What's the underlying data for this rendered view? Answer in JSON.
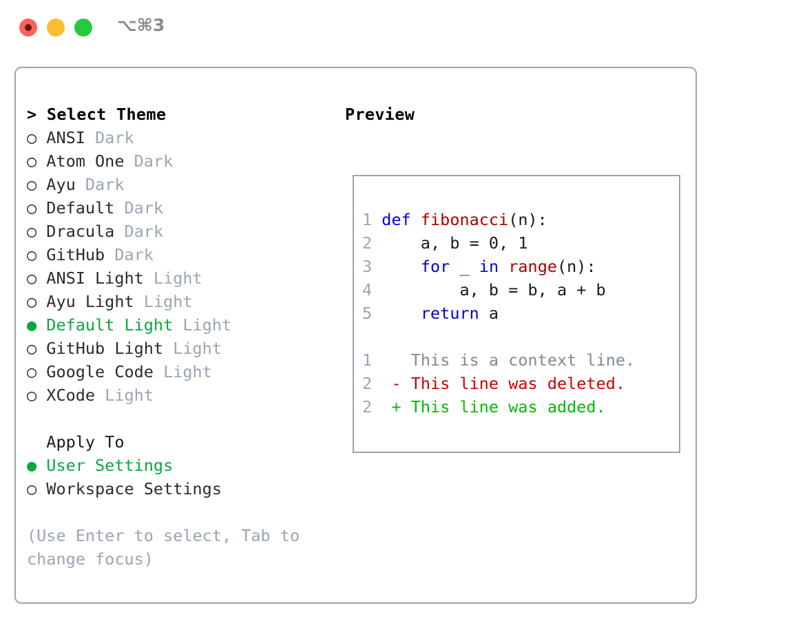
{
  "window": {
    "traffic_lights": [
      "close",
      "minimize",
      "maximize"
    ],
    "shortcut_label": "⌥⌘3",
    "accent_green": "#07a93c",
    "border_color": "#9aa5b3",
    "muted_color": "#9aa5b3"
  },
  "theme_picker": {
    "header": "> Select Theme",
    "selected_marker": "●",
    "unselected_marker": "○",
    "items": [
      {
        "marker": "○",
        "name": "ANSI",
        "category": "Dark",
        "selected": false
      },
      {
        "marker": "○",
        "name": "Atom One",
        "category": "Dark",
        "selected": false
      },
      {
        "marker": "○",
        "name": "Ayu",
        "category": "Dark",
        "selected": false
      },
      {
        "marker": "○",
        "name": "Default",
        "category": "Dark",
        "selected": false
      },
      {
        "marker": "○",
        "name": "Dracula",
        "category": "Dark",
        "selected": false
      },
      {
        "marker": "○",
        "name": "GitHub",
        "category": "Dark",
        "selected": false
      },
      {
        "marker": "○",
        "name": "ANSI Light",
        "category": "Light",
        "selected": false
      },
      {
        "marker": "○",
        "name": "Ayu Light",
        "category": "Light",
        "selected": false
      },
      {
        "marker": "●",
        "name": "Default Light",
        "category": "Light",
        "selected": true
      },
      {
        "marker": "○",
        "name": "GitHub Light",
        "category": "Light",
        "selected": false
      },
      {
        "marker": "○",
        "name": "Google Code",
        "category": "Light",
        "selected": false
      },
      {
        "marker": "○",
        "name": "XCode",
        "category": "Light",
        "selected": false
      }
    ]
  },
  "apply_to": {
    "header": "Apply To",
    "options": [
      {
        "marker": "●",
        "label": "User Settings",
        "selected": true
      },
      {
        "marker": "○",
        "label": "Workspace Settings",
        "selected": false
      }
    ]
  },
  "hint": "(Use Enter to select, Tab to\nchange focus)",
  "preview": {
    "title": "Preview",
    "code": {
      "lines": [
        {
          "number": "1",
          "tokens": [
            {
              "text": "def ",
              "style": "kw"
            },
            {
              "text": "fibonacci",
              "style": "fn"
            },
            {
              "text": "(n):",
              "style": "plain"
            }
          ]
        },
        {
          "number": "2",
          "tokens": [
            {
              "text": "    a, b = 0, 1",
              "style": "plain"
            }
          ]
        },
        {
          "number": "3",
          "tokens": [
            {
              "text": "    ",
              "style": "plain"
            },
            {
              "text": "for",
              "style": "kw"
            },
            {
              "text": " _ ",
              "style": "plain"
            },
            {
              "text": "in ",
              "style": "kw"
            },
            {
              "text": "range",
              "style": "fn"
            },
            {
              "text": "(n):",
              "style": "plain"
            }
          ]
        },
        {
          "number": "4",
          "tokens": [
            {
              "text": "        a, b = b, a + b",
              "style": "plain"
            }
          ]
        },
        {
          "number": "5",
          "tokens": [
            {
              "text": "    ",
              "style": "plain"
            },
            {
              "text": "return",
              "style": "kw"
            },
            {
              "text": " a",
              "style": "plain"
            }
          ]
        }
      ]
    },
    "diff": {
      "lines": [
        {
          "number": "1",
          "marker": " ",
          "text": "This is a context line.",
          "kind": "context"
        },
        {
          "number": "2",
          "marker": "-",
          "text": "This line was deleted.",
          "kind": "deleted"
        },
        {
          "number": "2",
          "marker": "+",
          "text": "This line was added.",
          "kind": "added"
        }
      ]
    }
  }
}
